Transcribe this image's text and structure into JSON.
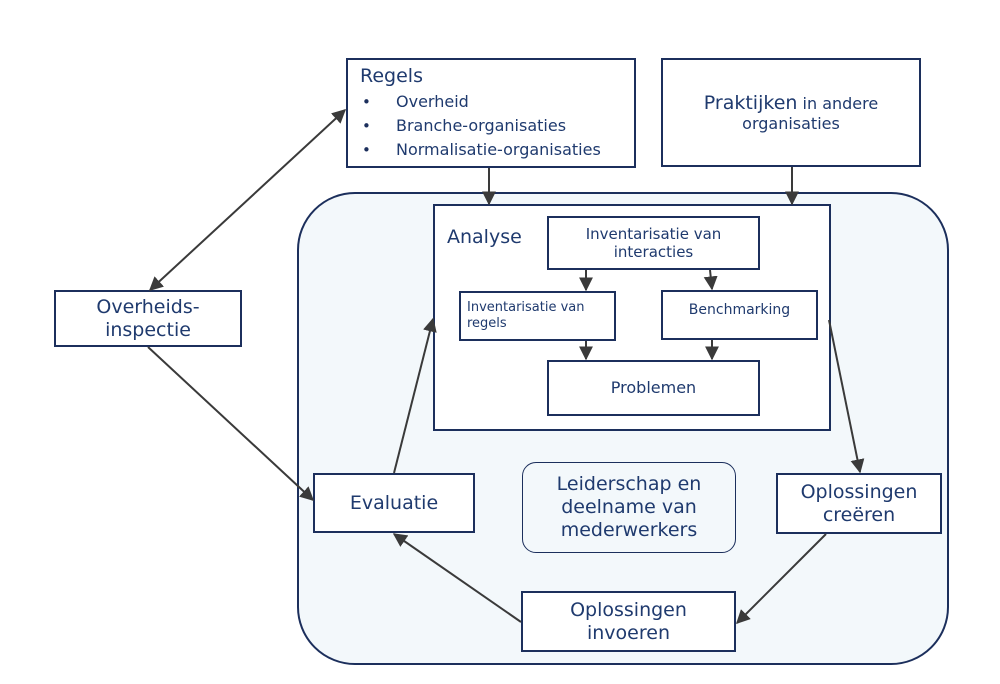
{
  "regels": {
    "title": "Regels",
    "items": [
      "Overheid",
      "Branche-organisaties",
      "Normalisatie-organisaties"
    ]
  },
  "praktijken": {
    "title_main": "Praktijken",
    "title_rest": " in andere",
    "line2": "organisaties"
  },
  "overheidsinspectie": {
    "line1": "Overheids-",
    "line2": "inspectie"
  },
  "analyse": {
    "title": "Analyse",
    "interacties": {
      "line1": "Inventarisatie van",
      "line2": "interacties"
    },
    "inv_regels": {
      "line1": "Inventarisatie van",
      "line2": "regels"
    },
    "benchmarking": "Benchmarking",
    "problemen": "Problemen"
  },
  "evaluatie": "Evaluatie",
  "leiderschap": {
    "line1": "Leiderschap en",
    "line2": "deelname van",
    "line3": "mederwerkers"
  },
  "oplossingen_creeren": {
    "line1": "Oplossingen",
    "line2": "creëren"
  },
  "oplossingen_invoeren": {
    "line1": "Oplossingen",
    "line2": "invoeren"
  },
  "colors": {
    "border": "#1c2f5c",
    "text": "#1f3a6e",
    "container_fill": "#f3f8fb"
  }
}
